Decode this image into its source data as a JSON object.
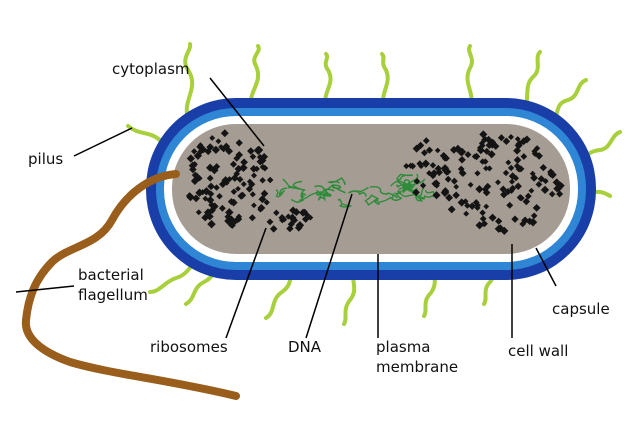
{
  "labels": {
    "cytoplasm": "cytoplasm",
    "pilus": "pilus",
    "flagellum_1": "bacterial",
    "flagellum_2": "flagellum",
    "ribosomes": "ribosomes",
    "dna": "DNA",
    "plasma_1": "plasma",
    "plasma_2": "membrane",
    "cell_wall": "cell wall",
    "capsule": "capsule"
  },
  "colors": {
    "capsule": "#1a3ea8",
    "cell_wall": "#2f86d4",
    "plasma_membrane": "#ffffff",
    "cytoplasm": "#a59c93",
    "dna": "#2e8b3a",
    "ribosome": "#141414",
    "pilus": "#a8d03c",
    "flagellum": "#9a5e1c",
    "leader": "#000000"
  }
}
